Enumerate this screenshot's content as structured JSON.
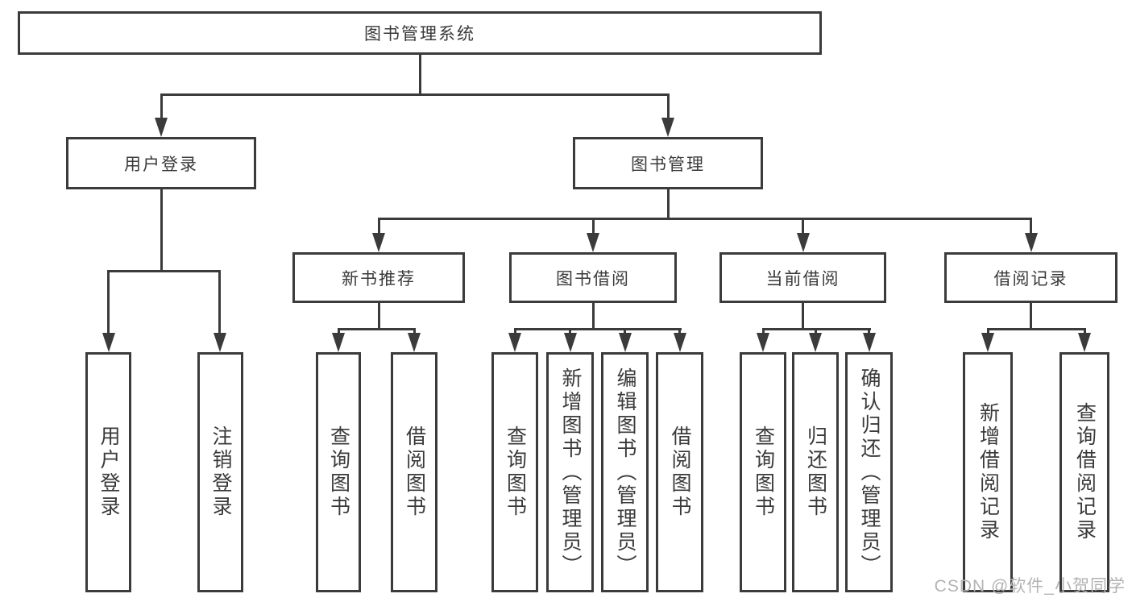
{
  "diagram": {
    "tree": {
      "label": "图书管理系统",
      "children": [
        {
          "label": "用户登录",
          "children": [
            {
              "label": "用户登录"
            },
            {
              "label": "注销登录"
            }
          ]
        },
        {
          "label": "图书管理",
          "children": [
            {
              "label": "新书推荐",
              "children": [
                {
                  "label": "查询图书"
                },
                {
                  "label": "借阅图书"
                }
              ]
            },
            {
              "label": "图书借阅",
              "children": [
                {
                  "label": "查询图书"
                },
                {
                  "label": "新增图书（管理员）"
                },
                {
                  "label": "编辑图书（管理员）"
                },
                {
                  "label": "借阅图书"
                }
              ]
            },
            {
              "label": "当前借阅",
              "children": [
                {
                  "label": "查询图书"
                },
                {
                  "label": "归还图书"
                },
                {
                  "label": "确认归还（管理员）"
                }
              ]
            },
            {
              "label": "借阅记录",
              "children": [
                {
                  "label": "新增借阅记录"
                },
                {
                  "label": "查询借阅记录"
                }
              ]
            }
          ]
        }
      ]
    },
    "watermark": "CSDN @软件_小贺同学",
    "colors": {
      "line": "#3b3b3b",
      "text": "#3a3a3a",
      "watermark": "#b3b3b3",
      "background": "#ffffff"
    }
  }
}
